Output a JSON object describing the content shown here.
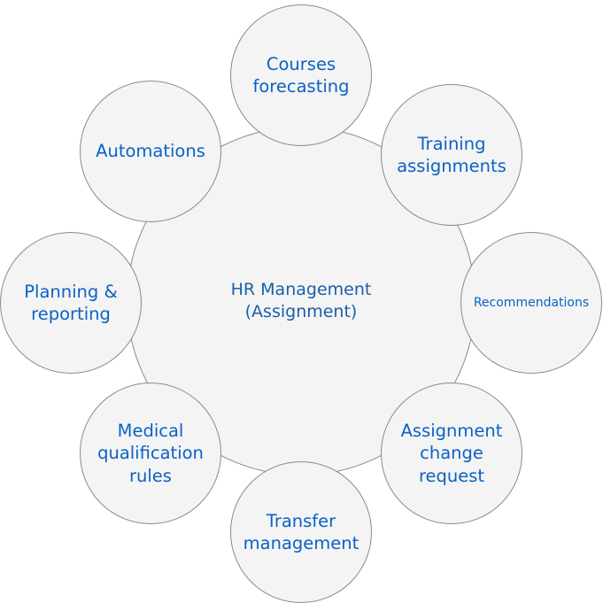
{
  "colors": {
    "text": "#0a62c6",
    "center_text": "#1a5fa8",
    "circle_fill": "#f4f4f4",
    "circle_stroke": "#8a8a8a"
  },
  "center": {
    "label": "HR Management\n(Assignment)"
  },
  "satellites": [
    {
      "id": "courses",
      "label": "Courses\nforecasting"
    },
    {
      "id": "training",
      "label": "Training\nassignments"
    },
    {
      "id": "recommendations",
      "label": "Recommendations"
    },
    {
      "id": "assignment-change",
      "label": "Assignment\nchange\nrequest"
    },
    {
      "id": "transfer",
      "label": "Transfer\nmanagement"
    },
    {
      "id": "medical",
      "label": "Medical\nqualification\nrules"
    },
    {
      "id": "planning",
      "label": "Planning &\nreporting"
    },
    {
      "id": "automations",
      "label": "Automations"
    }
  ]
}
